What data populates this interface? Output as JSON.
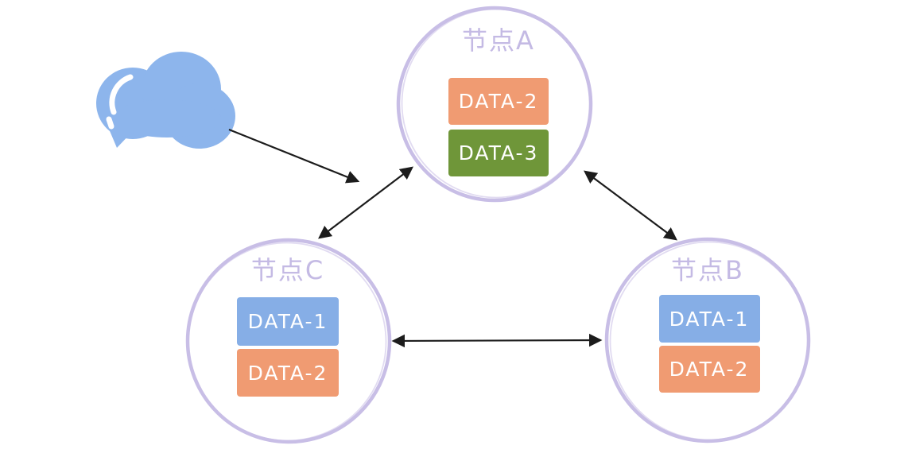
{
  "diagram": {
    "description": "Three replicated nodes exchanging data blocks, fed by a cloud source",
    "cloud": {
      "name": "cloud",
      "color": "#8DB5EC"
    },
    "nodes": [
      {
        "id": "A",
        "label": "节点A",
        "blocks": [
          {
            "label": "DATA-2",
            "color": "#F09B72"
          },
          {
            "label": "DATA-3",
            "color": "#6F9639"
          }
        ]
      },
      {
        "id": "C",
        "label": "节点C",
        "blocks": [
          {
            "label": "DATA-1",
            "color": "#86AEE6"
          },
          {
            "label": "DATA-2",
            "color": "#F09B72"
          }
        ]
      },
      {
        "id": "B",
        "label": "节点B",
        "blocks": [
          {
            "label": "DATA-1",
            "color": "#86AEE6"
          },
          {
            "label": "DATA-2",
            "color": "#F09B72"
          }
        ]
      }
    ],
    "arrows": [
      {
        "from": "cloud",
        "to": "cluster",
        "type": "single"
      },
      {
        "from": "节点A",
        "to": "节点C",
        "type": "double"
      },
      {
        "from": "节点A",
        "to": "节点B",
        "type": "double"
      },
      {
        "from": "节点C",
        "to": "节点B",
        "type": "double"
      }
    ],
    "colors": {
      "node_circle": "#C8BEE6",
      "node_label": "#C4BAE4",
      "arrow": "#1c1c1c",
      "block_text": "#FFFFFF",
      "cloud_highlight": "#FFFFFF"
    }
  }
}
